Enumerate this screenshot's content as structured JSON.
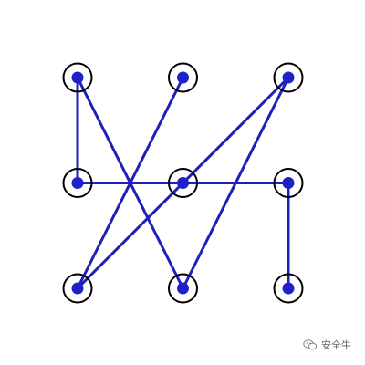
{
  "lock_pattern": {
    "grid_rows": 3,
    "grid_cols": 3,
    "nodes": [
      {
        "id": 1,
        "row": 0,
        "col": 0
      },
      {
        "id": 2,
        "row": 0,
        "col": 1
      },
      {
        "id": 3,
        "row": 0,
        "col": 2
      },
      {
        "id": 4,
        "row": 1,
        "col": 0
      },
      {
        "id": 5,
        "row": 1,
        "col": 1
      },
      {
        "id": 6,
        "row": 1,
        "col": 2
      },
      {
        "id": 7,
        "row": 2,
        "col": 0
      },
      {
        "id": 8,
        "row": 2,
        "col": 1
      },
      {
        "id": 9,
        "row": 2,
        "col": 2
      }
    ],
    "path": [
      8,
      1,
      4,
      6,
      9
    ],
    "extra_segments": [
      [
        7,
        2
      ],
      [
        7,
        3
      ],
      [
        3,
        8
      ]
    ],
    "colors": {
      "ring": "#000000",
      "dot": "#2020c8",
      "line": "#2020b8"
    }
  },
  "watermark": {
    "text": "安全牛",
    "icon": "wechat-bubble-icon"
  }
}
